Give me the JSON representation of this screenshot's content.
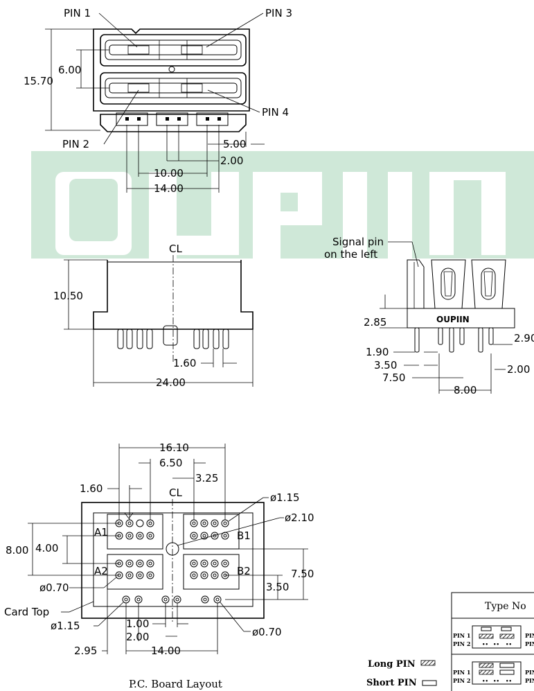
{
  "drawing": {
    "top_view": {
      "pin1": "PIN 1",
      "pin2": "PIN 2",
      "pin3": "PIN 3",
      "pin4": "PIN 4",
      "dim_height": "15.70",
      "dim_pitch": "6.00",
      "dim_5": "5.00",
      "dim_2": "2.00",
      "dim_10": "10.00",
      "dim_14": "14.00"
    },
    "front_view": {
      "centerline": "CL",
      "dim_height": "10.50",
      "dim_pin_pitch": "1.60",
      "dim_width": "24.00"
    },
    "side_view": {
      "signal_pin_line1": "Signal pin",
      "signal_pin_line2": "on the left",
      "dim_285": "2.85",
      "dim_190": "1.90",
      "dim_290": "2.90",
      "dim_350": "3.50",
      "dim_750": "7.50",
      "dim_200": "2.00",
      "dim_800": "8.00",
      "logo": "OUPIIN"
    },
    "pcb_layout": {
      "title": "P.C. Board Layout",
      "dim_1610": "16.10",
      "dim_650": "6.50",
      "dim_325": "3.25",
      "dim_160": "1.60",
      "dim_115_top": "ø1.15",
      "dim_210": "ø2.10",
      "label_a1": "A1",
      "label_b1": "B1",
      "label_a2": "A2",
      "label_b2": "B2",
      "dim_800": "8.00",
      "dim_400": "4.00",
      "dim_750": "7.50",
      "dim_350": "3.50",
      "dim_070_left": "ø0.70",
      "card_top": "Card Top",
      "dim_115_bottom": "ø1.15",
      "dim_100": "1.00",
      "dim_200": "2.00",
      "dim_070_right": "ø0.70",
      "dim_295": "2.95",
      "dim_1400": "14.00",
      "centerline": "CL"
    },
    "legend": {
      "long_pin": "Long PIN",
      "short_pin": "Short PIN"
    },
    "type_table": {
      "header": "Type No",
      "row1_pin1": "PIN 1",
      "row1_pin2": "PIN 2",
      "row1_pin3": "PIN",
      "row1_pin4": "PIN",
      "row2_pin1": "PIN 1",
      "row2_pin2": "PIN 2",
      "row2_pin3": "PIN",
      "row2_pin4": "PIN"
    }
  }
}
